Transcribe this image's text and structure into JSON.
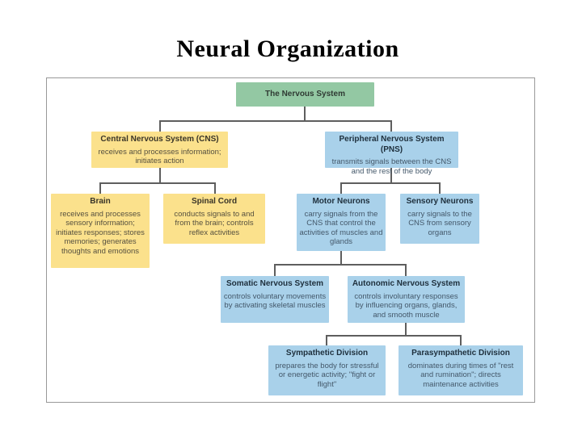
{
  "page": {
    "title": "Neural Organization"
  },
  "palette": {
    "green_box": "#93c8a3",
    "yellow_box": "#fbe18c",
    "blue_box": "#a9d1ea",
    "connector_line": "#5e5e5e",
    "frame_border": "#999999",
    "title_text": "#000000"
  },
  "nodes": {
    "nervous_system": {
      "title": "The Nervous System"
    },
    "cns": {
      "title": "Central Nervous System (CNS)",
      "desc": "receives and processes information; initiates action"
    },
    "pns": {
      "title": "Peripheral Nervous System (PNS)",
      "desc": "transmits signals between the CNS and the rest of the body"
    },
    "brain": {
      "title": "Brain",
      "desc": "receives and processes sensory information; initiates responses; stores memories; generates thoughts and emotions"
    },
    "spinal_cord": {
      "title": "Spinal Cord",
      "desc": "conducts signals to and from the brain; controls reflex activities"
    },
    "motor_neurons": {
      "title": "Motor Neurons",
      "desc": "carry signals from the CNS that control the activities of muscles and glands"
    },
    "sensory_neurons": {
      "title": "Sensory Neurons",
      "desc": "carry signals to the CNS from sensory organs"
    },
    "somatic": {
      "title": "Somatic Nervous System",
      "desc": "controls voluntary movements by activating skeletal muscles"
    },
    "autonomic": {
      "title": "Autonomic Nervous System",
      "desc": "controls involuntary responses by influencing organs, glands, and smooth muscle"
    },
    "sympathetic": {
      "title": "Sympathetic Division",
      "desc": "prepares the body for stressful or energetic activity; \"fight or flight\""
    },
    "parasympathetic": {
      "title": "Parasympathetic Division",
      "desc": "dominates during times of \"rest and rumination\"; directs maintenance activities"
    }
  }
}
